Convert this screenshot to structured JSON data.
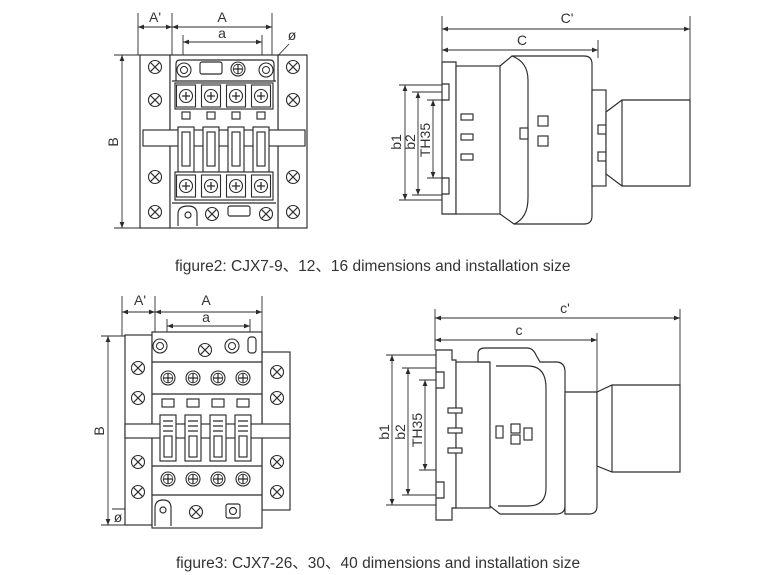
{
  "figure2": {
    "front_view": {
      "dim_a_prime": "A'",
      "dim_a": "A",
      "dim_a_small": "a",
      "dim_phi": "ø",
      "dim_b": "B"
    },
    "side_view": {
      "dim_c_prime": "C'",
      "dim_c": "C",
      "dim_b1": "b1",
      "dim_b2": "b2",
      "dim_th35": "TH35"
    },
    "caption": "figure2: CJX7-9、12、16 dimensions and installation size"
  },
  "figure3": {
    "front_view": {
      "dim_a_prime": "A'",
      "dim_a": "A",
      "dim_a_small": "a",
      "dim_phi": "ø",
      "dim_b": "B"
    },
    "side_view": {
      "dim_c_prime": "c'",
      "dim_c": "c",
      "dim_b1": "b1",
      "dim_b2": "b2",
      "dim_th35": "TH35"
    },
    "caption": "figure3: CJX7-26、30、40 dimensions and installation size"
  },
  "colors": {
    "line": "#2b2b2b",
    "text": "#333333",
    "background": "#ffffff"
  }
}
